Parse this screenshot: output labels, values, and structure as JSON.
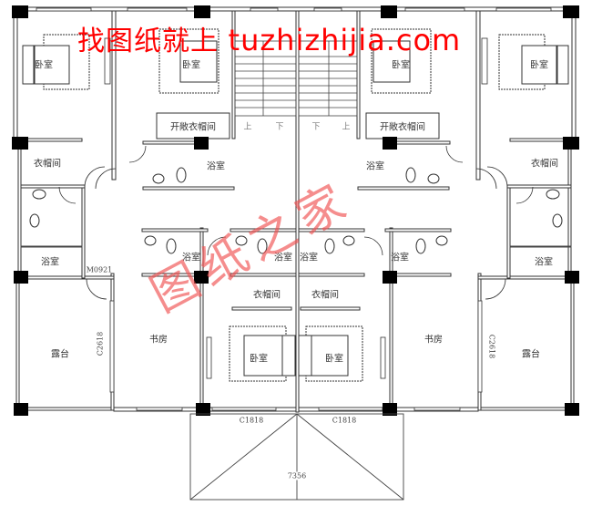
{
  "watermark": {
    "top_cn": "找图纸就上",
    "top_latin": "tuzhizhijia.com",
    "stamp": "图纸之家",
    "color": "#ff0000",
    "stamp_color": "#f05050"
  },
  "rooms": {
    "bedroom_tl": "卧室",
    "bedroom_tc": "卧室",
    "bedroom_tc2": "卧室",
    "bedroom_tr": "卧室",
    "bedroom_bl": "卧室",
    "bedroom_br": "卧室",
    "open_closet_l": "开敞衣帽间",
    "open_closet_r": "开敞衣帽间",
    "closet_l": "衣帽间",
    "closet_r": "衣帽间",
    "closet_cl": "衣帽间",
    "closet_cr": "衣帽间",
    "bath_upper_l": "浴室",
    "bath_upper_r": "浴室",
    "bath_side_l": "浴室",
    "bath_side_r": "浴室",
    "bath_mid_1": "浴室",
    "bath_mid_2": "浴室",
    "bath_mid_3": "浴室",
    "bath_mid_4": "浴室",
    "study_l": "书房",
    "study_r": "书房",
    "terrace_l": "露台",
    "terrace_r": "露台"
  },
  "stairs": {
    "left_up": "上",
    "left_down": "下",
    "right_down": "下",
    "right_up": "上"
  },
  "tags": {
    "door_m0921": "M0921",
    "window_c2618_l": "C2618",
    "window_c2618_r": "C2618",
    "window_c1818_l": "C1818",
    "window_c1818_r": "C1818",
    "dim_7356": "7356"
  }
}
